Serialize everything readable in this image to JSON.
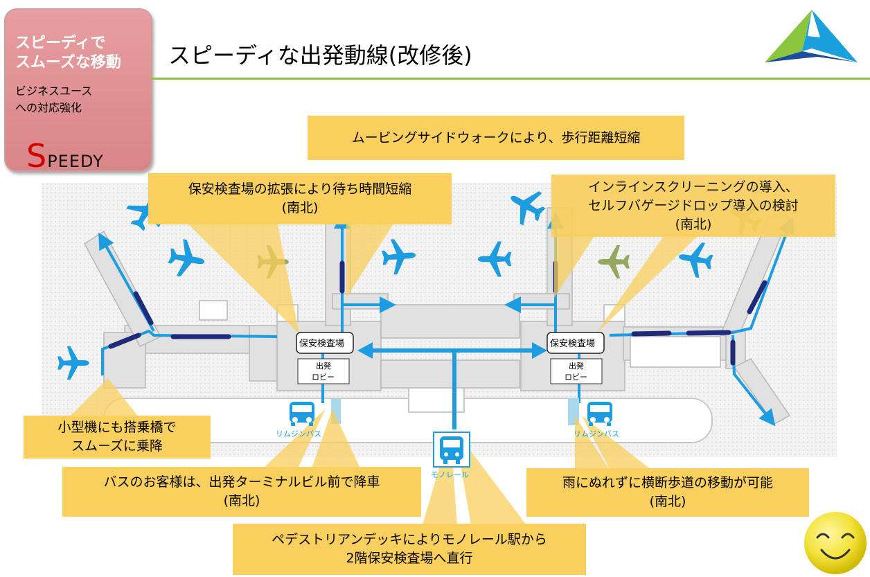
{
  "badge": {
    "line1": "スピーディで",
    "line2": "スムーズな移動",
    "line3": "ビジネスユース",
    "line4": "への対応強化",
    "speedy_big": "S",
    "speedy_rest": "PEEDY"
  },
  "title": "スピーディな出発動線(改修後)",
  "callouts": {
    "walkway": "ムービングサイドウォークにより、歩行距離短縮",
    "security_line1": "保安検査場の拡張により待ち時間短縮",
    "security_line2": "(南北)",
    "inline_line1": "インラインスクリーニングの導入、",
    "inline_line2": "セルフバゲージドロップ導入の検討",
    "inline_line3": "(南北)",
    "small_line1": "小型機にも搭乗橋で",
    "small_line2": "スムーズに乗降",
    "bus_line1": "バスのお客様は、出発ターミナルビル前で降車",
    "bus_line2": "(南北)",
    "rain_line1": "雨にぬれずに横断歩道の移動が可能",
    "rain_line2": "(南北)",
    "deck_line1": "ペデストリアンデッキによりモノレール駅から",
    "deck_line2": "2階保安検査場へ直行"
  },
  "map_labels": {
    "security_left": "保安検査場",
    "security_right": "保安検査場",
    "lobby_left_1": "出発",
    "lobby_left_2": "ロビー",
    "lobby_right_1": "出発",
    "lobby_right_2": "ロビー",
    "bus_left": "リムジンバス",
    "bus_right": "リムジンバス",
    "monorail": "モノレール"
  },
  "colors": {
    "accent_green": "#8cbf3f",
    "route_light_blue": "#1d9de0",
    "route_dark_blue": "#1f2b7a",
    "callout_yellow": "#f9cf5d",
    "badge_pink": "#e39598"
  }
}
